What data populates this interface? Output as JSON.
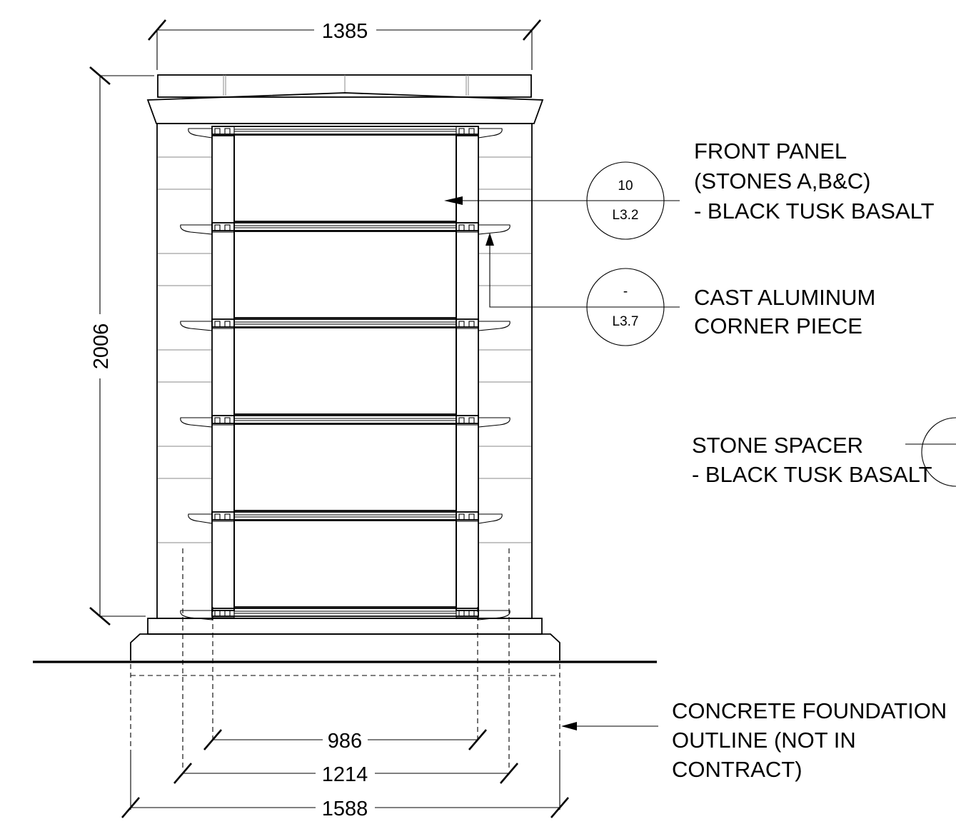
{
  "dimensions": {
    "top_width": "1385",
    "height": "2006",
    "inner_width": "986",
    "mid_width": "1214",
    "base_width": "1588"
  },
  "callouts": {
    "front_panel": {
      "lines": [
        "FRONT PANEL",
        "(STONES A,B&C)",
        "- BLACK TUSK BASALT"
      ],
      "bubble_top": "10",
      "bubble_bottom": "L3.2"
    },
    "corner_piece": {
      "lines": [
        "CAST ALUMINUM",
        "CORNER PIECE"
      ],
      "bubble_top": "-",
      "bubble_bottom": "L3.7"
    },
    "stone_spacer": {
      "lines": [
        "STONE SPACER",
        "- BLACK TUSK BASALT"
      ]
    },
    "foundation": {
      "lines": [
        "CONCRETE FOUNDATION",
        "OUTLINE (NOT IN",
        "CONTRACT)"
      ]
    }
  }
}
